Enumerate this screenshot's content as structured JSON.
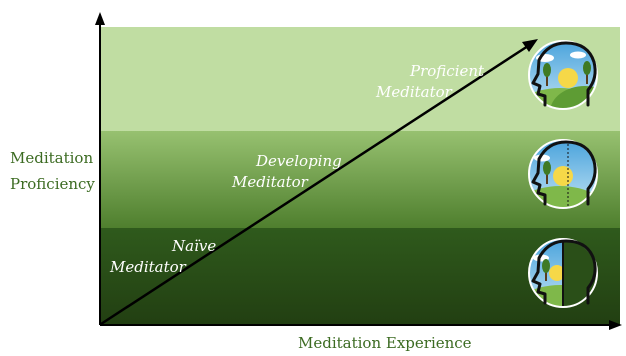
{
  "axes": {
    "y_label_line1": "Meditation",
    "y_label_line2": "Proficiency",
    "x_label": "Meditation Experience"
  },
  "stages": [
    {
      "line1": "Naïve",
      "line2": "Meditator"
    },
    {
      "line1": "Developing",
      "line2": "Meditator"
    },
    {
      "line1": "Proficient",
      "line2": "Meditator"
    }
  ],
  "icons": [
    {
      "name": "head-landscape-proficient-icon",
      "fill_level": 1.0
    },
    {
      "name": "head-landscape-developing-icon",
      "fill_level": 0.5
    },
    {
      "name": "head-landscape-naive-icon",
      "fill_level": 0.0
    }
  ],
  "colors": {
    "label_green": "#3c6b22",
    "band_top": "#c0dda2",
    "band_middle_top": "#97c170",
    "band_middle_bottom": "#4f7f2e",
    "band_bottom": "#274e16",
    "sky": "#7fc0e8",
    "hill": "#7fb84a",
    "sun": "#f6d848"
  }
}
